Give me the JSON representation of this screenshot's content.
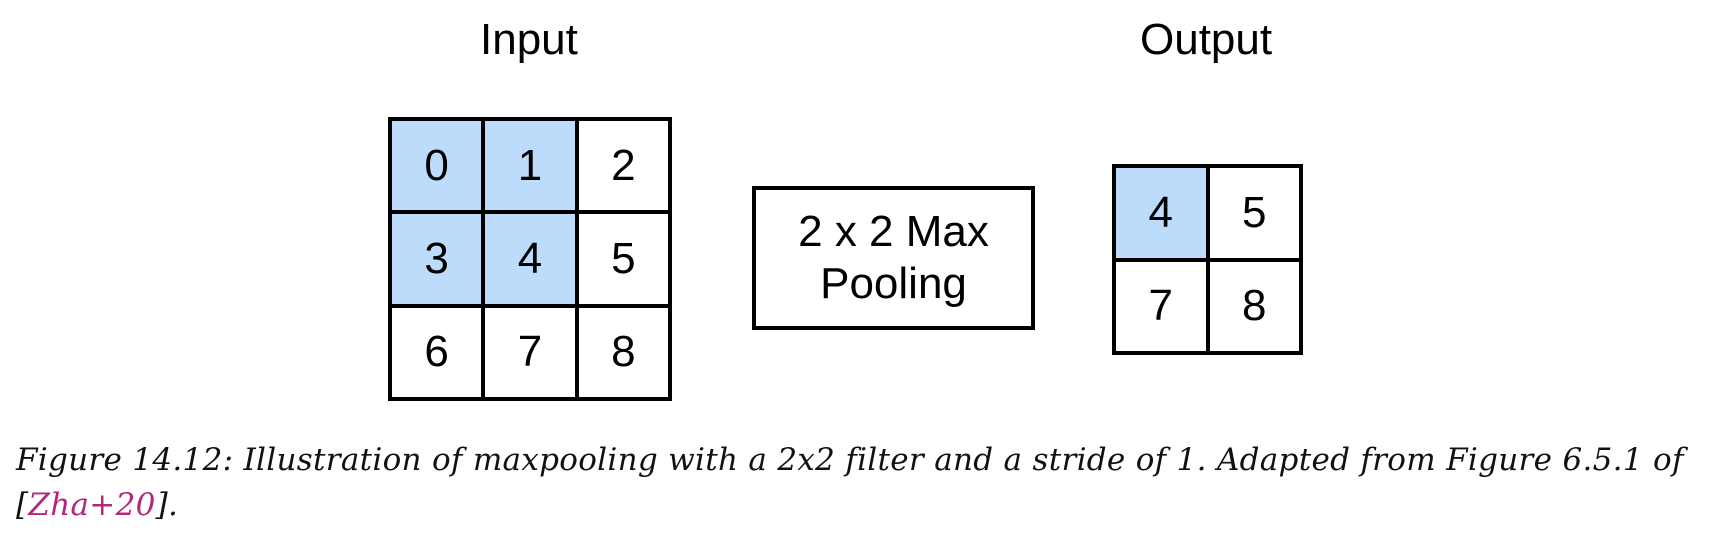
{
  "diagram": {
    "input_title": "Input",
    "output_title": "Output",
    "operation": {
      "line1": "2 x 2 Max",
      "line2": "Pooling"
    },
    "input_grid": {
      "rows": 3,
      "cols": 3,
      "cells": [
        {
          "value": "0",
          "highlighted": true
        },
        {
          "value": "1",
          "highlighted": true
        },
        {
          "value": "2",
          "highlighted": false
        },
        {
          "value": "3",
          "highlighted": true
        },
        {
          "value": "4",
          "highlighted": true
        },
        {
          "value": "5",
          "highlighted": false
        },
        {
          "value": "6",
          "highlighted": false
        },
        {
          "value": "7",
          "highlighted": false
        },
        {
          "value": "8",
          "highlighted": false
        }
      ]
    },
    "output_grid": {
      "rows": 2,
      "cols": 2,
      "cells": [
        {
          "value": "4",
          "highlighted": true
        },
        {
          "value": "5",
          "highlighted": false
        },
        {
          "value": "7",
          "highlighted": false
        },
        {
          "value": "8",
          "highlighted": false
        }
      ]
    },
    "colors": {
      "highlight": "#bddcfb",
      "border": "#000000",
      "citation": "#b0287a"
    }
  },
  "caption": {
    "text_before": "Figure 14.12: Illustration of maxpooling with a 2x2 filter and a stride of 1. Adapted from Figure 6.5.1 of [",
    "citation": "Zha+20",
    "text_after": "]."
  }
}
